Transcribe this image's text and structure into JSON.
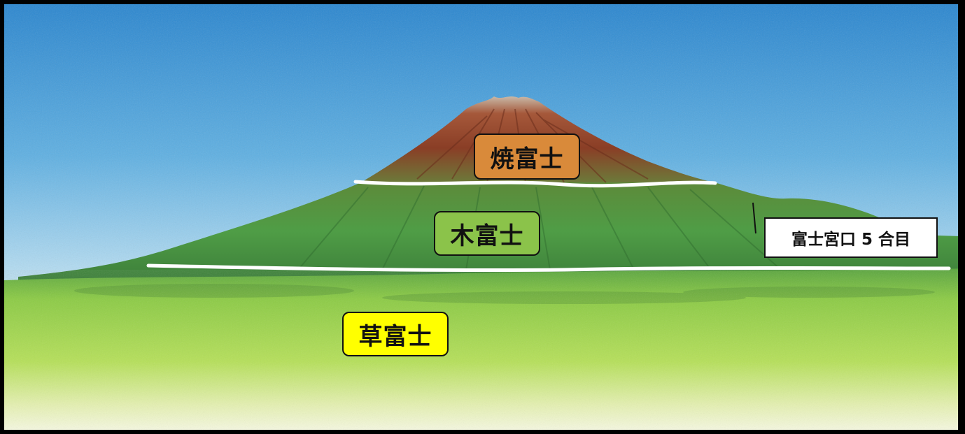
{
  "zones": {
    "upper": {
      "label": "焼富士",
      "color": "#d98a3a"
    },
    "middle": {
      "label": "木富士",
      "color": "#8bc34a"
    },
    "lower": {
      "label": "草富士",
      "color": "#ffff00"
    }
  },
  "station": {
    "label": "富士宮口 5 合目"
  },
  "palette": {
    "sky_top": "#2f8fd6",
    "sky_bottom": "#e8f6fb",
    "mountain_brown": "#9a4a2a",
    "mountain_green": "#5aa84a",
    "field_green": "#9bd44a",
    "field_pale": "#f3f7d8",
    "boundary_line": "#ffffff"
  }
}
